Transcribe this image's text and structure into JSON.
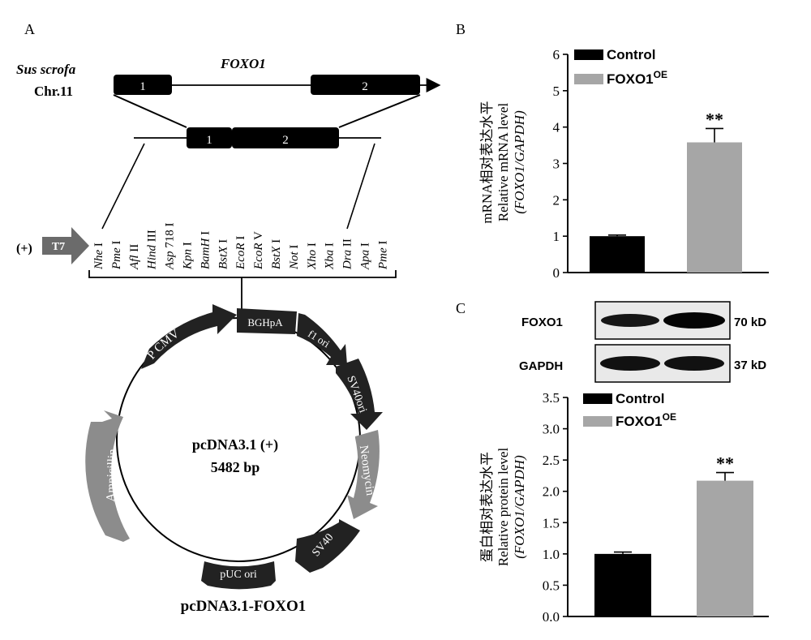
{
  "panel_a": {
    "label": "A",
    "gene": {
      "species": "Sus scrofa",
      "chromosome": "Chr.11",
      "name": "FOXO1",
      "exon1": "1",
      "exon2": "2",
      "cdna_exon1": "1",
      "cdna_exon2": "2"
    },
    "mcs": {
      "strand": "(+)",
      "promoter": "T7",
      "sites": [
        {
          "italic": "Nhe",
          "roman": "I"
        },
        {
          "italic": "Pme",
          "roman": "I"
        },
        {
          "italic": "Afl",
          "roman": "II"
        },
        {
          "italic": "Hind",
          "roman": "III"
        },
        {
          "italic": "Asp",
          "roman": "718 I"
        },
        {
          "italic": "Kpn",
          "roman": "I"
        },
        {
          "italic": "BamH",
          "roman": "I"
        },
        {
          "italic": "BstX",
          "roman": "I"
        },
        {
          "italic": "EcoR",
          "roman": "I"
        },
        {
          "italic": "EcoR",
          "roman": "V"
        },
        {
          "italic": "BstX",
          "roman": "I"
        },
        {
          "italic": "Not",
          "roman": "I"
        },
        {
          "italic": "Xho",
          "roman": "I"
        },
        {
          "italic": "Xba",
          "roman": "I"
        },
        {
          "italic": "Dra",
          "roman": "II"
        },
        {
          "italic": "Apa",
          "roman": "I"
        },
        {
          "italic": "Pme",
          "roman": "I"
        }
      ]
    },
    "plasmid": {
      "name": "pcDNA3.1 (+)",
      "size": "5482 bp",
      "caption": "pcDNA3.1-FOXO1",
      "features": {
        "pcmv": "P CMV",
        "bghpa": "BGHpA",
        "f1ori": "f1 ori",
        "sv40ori": "SV40ori",
        "neomycin": "Neomycin",
        "sv40": "SV40",
        "puc": "pUC ori",
        "ampicillin": "Ampicillin"
      }
    }
  },
  "panel_b": {
    "label": "B"
  },
  "panel_c": {
    "label": "C",
    "blot": {
      "rows": [
        {
          "protein": "FOXO1",
          "size": "70 kD"
        },
        {
          "protein": "GAPDH",
          "size": "37 kD"
        }
      ]
    }
  },
  "colors": {
    "control": "#000000",
    "overexpression": "#a6a6a6",
    "feature": "#222222",
    "feature_grey": "#8c8c8c"
  },
  "chart_data": [
    {
      "type": "bar",
      "panel": "B",
      "categories": [
        "Control",
        "FOXO1 OE"
      ],
      "series": [
        {
          "name": "Control",
          "values": [
            1.0
          ]
        },
        {
          "name": "FOXO1OE",
          "values": [
            3.58
          ]
        }
      ],
      "values": [
        1.0,
        3.58
      ],
      "errors": [
        0.03,
        0.38
      ],
      "significance": [
        "",
        "**"
      ],
      "legend": [
        {
          "main": "Control",
          "sup": ""
        },
        {
          "main": "FOXO1",
          "sup": "OE"
        }
      ],
      "ylabel_lines": [
        "mRNA相对表达水平",
        "Relative mRNA level",
        "(FOXO1/GAPDH)"
      ],
      "ylim": [
        0,
        6
      ],
      "yticks": [
        "0",
        "1",
        "2",
        "3",
        "4",
        "5",
        "6"
      ],
      "legend_position": "top-left",
      "grid": false
    },
    {
      "type": "bar",
      "panel": "C",
      "categories": [
        "Control",
        "FOXO1 OE"
      ],
      "series": [
        {
          "name": "Control",
          "values": [
            1.0
          ]
        },
        {
          "name": "FOXO1OE",
          "values": [
            2.17
          ]
        }
      ],
      "values": [
        1.0,
        2.17
      ],
      "errors": [
        0.03,
        0.13
      ],
      "significance": [
        "",
        "**"
      ],
      "legend": [
        {
          "main": "Control",
          "sup": ""
        },
        {
          "main": "FOXO1",
          "sup": "OE"
        }
      ],
      "ylabel_lines": [
        "蛋白相对表达水平",
        "Relative protein level",
        "(FOXO1/GAPDH)"
      ],
      "ylim": [
        0,
        3.5
      ],
      "yticks": [
        "0.0",
        "0.5",
        "1.0",
        "1.5",
        "2.0",
        "2.5",
        "3.0",
        "3.5"
      ],
      "legend_position": "top-left",
      "grid": false
    }
  ]
}
